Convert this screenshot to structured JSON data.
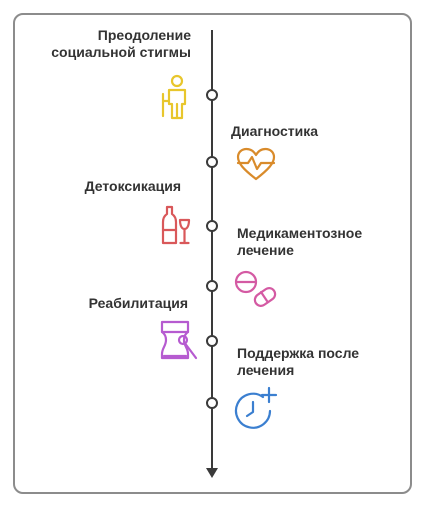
{
  "steps": [
    {
      "label_line1": "Преодоление",
      "label_line2": "социальной стигмы",
      "icon": "person-icon",
      "color": "#e8c62c"
    },
    {
      "label_line1": "Диагностика",
      "icon": "heart-pulse-icon",
      "color": "#d98b2b"
    },
    {
      "label_line1": "Детоксикация",
      "icon": "bottle-glass-icon",
      "color": "#d9585a"
    },
    {
      "label_line1": "Медикаментозное",
      "label_line2": "лечение",
      "icon": "pills-icon",
      "color": "#d45aa3"
    },
    {
      "label_line1": "Реабилитация",
      "icon": "rehab-icon",
      "color": "#b65bd0"
    },
    {
      "label_line1": "Поддержка после",
      "label_line2": "лечения",
      "icon": "clock-plus-icon",
      "color": "#3b7fd0"
    }
  ]
}
